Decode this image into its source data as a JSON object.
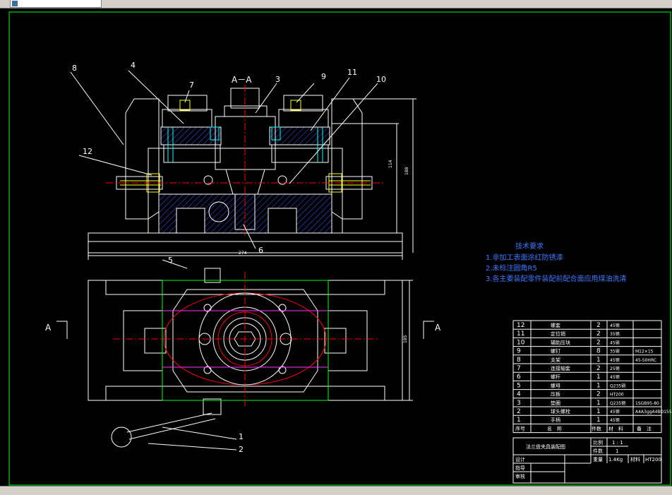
{
  "section_label": "A－A",
  "view_labels": {
    "left": "A",
    "right": "A"
  },
  "balloons": [
    "1",
    "2",
    "3",
    "4",
    "5",
    "6",
    "7",
    "8",
    "9",
    "10",
    "11",
    "12"
  ],
  "dimensions": {
    "width": "274",
    "height_inner": "114",
    "height_outer": "188",
    "plan_height": "185"
  },
  "tech_req": {
    "title": "技术要求",
    "items": [
      "1.非加工表面涂红防锈漆",
      "2.未标注圆角R5",
      "3.各主要装配零件装配前配合面应用煤油洗清"
    ]
  },
  "bom": {
    "rows": [
      {
        "no": "12",
        "name": "螺套",
        "qty": "2",
        "material": "45钢",
        "note": ""
      },
      {
        "no": "11",
        "name": "定位销",
        "qty": "2",
        "material": "35钢",
        "note": ""
      },
      {
        "no": "10",
        "name": "辅助压块",
        "qty": "2",
        "material": "45钢",
        "note": ""
      },
      {
        "no": "9",
        "name": "螺钉",
        "qty": "8",
        "material": "35钢",
        "note": "M12×15"
      },
      {
        "no": "8",
        "name": "支架",
        "qty": "1",
        "material": "45钢",
        "note": "45-50HRC"
      },
      {
        "no": "7",
        "name": "连接轴套",
        "qty": "2",
        "material": "25钢",
        "note": ""
      },
      {
        "no": "6",
        "name": "螺杆",
        "qty": "1",
        "material": "45钢",
        "note": ""
      },
      {
        "no": "5",
        "name": "螺母",
        "qty": "1",
        "material": "Q235钢",
        "note": ""
      },
      {
        "no": "4",
        "name": "压板",
        "qty": "2",
        "material": "HT200",
        "note": ""
      },
      {
        "no": "3",
        "name": "垫圈",
        "qty": "1",
        "material": "Q235钢",
        "note": "1SGB95-80"
      },
      {
        "no": "2",
        "name": "球头螺栓",
        "qty": "1",
        "material": "45钢",
        "note": "A4A3ggA4BD155"
      },
      {
        "no": "1",
        "name": "手柄",
        "qty": "1",
        "material": "45钢",
        "note": ""
      }
    ],
    "header": {
      "no": "序号",
      "name": "名　称",
      "qty": "件数",
      "material": "材　料",
      "note": "备　注"
    }
  },
  "title_block": {
    "drawing_title": "法兰盘夹具装配图",
    "scale_label": "比例",
    "scale": "1 : 1",
    "count_label": "件数",
    "count": "1",
    "design_label": "设计",
    "check_label": "指导",
    "review_label": "审核",
    "weight_label": "重量",
    "weight": "1.4Kg",
    "material_label": "材料",
    "material": "HT200"
  },
  "colors": {
    "background": "#000000",
    "lines": "#ffffff",
    "frame": "#00ff00",
    "center": "#ff0000",
    "text": "#3a7aff",
    "yellow": "#ffff00",
    "cyan": "#00ffff",
    "magenta": "#ff33ff"
  }
}
